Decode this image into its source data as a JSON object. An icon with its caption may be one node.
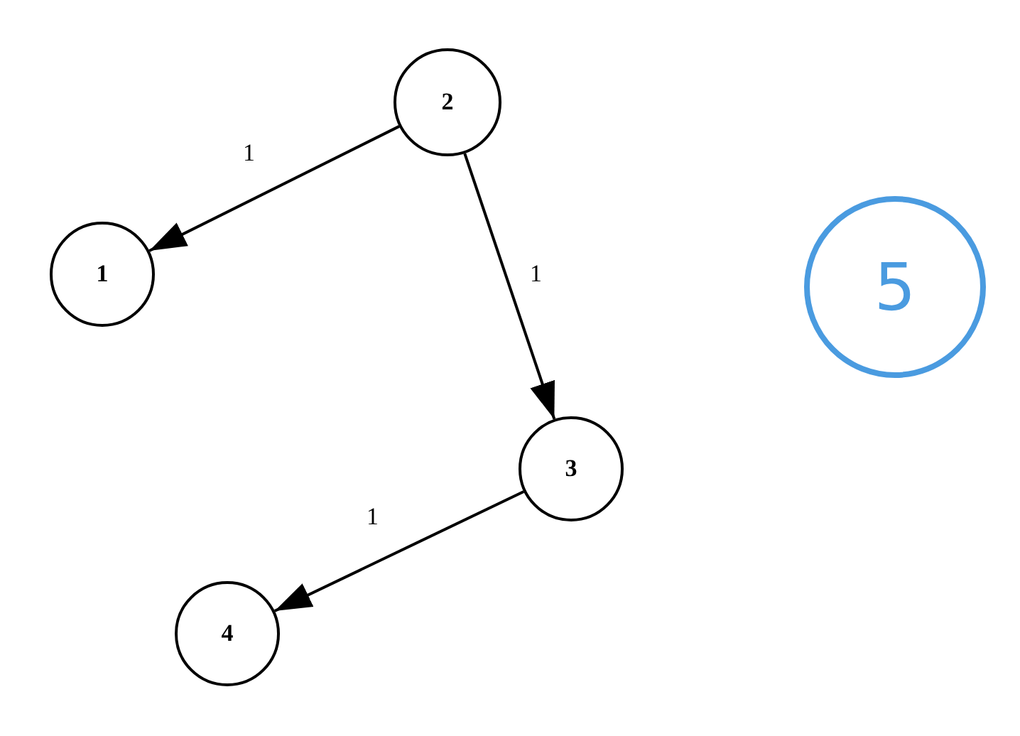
{
  "diagram": {
    "nodes": [
      {
        "text": [
          "2"
        ]
      },
      {
        "text": [
          "1"
        ]
      },
      {
        "text": [
          "3"
        ]
      },
      {
        "text": [
          "4"
        ]
      },
      {
        "text": [
          "5"
        ]
      }
    ],
    "edges": [
      {
        "from": 0,
        "to": 1,
        "arrow": "to",
        "label": "1"
      },
      {
        "from": 0,
        "to": 2,
        "arrow": "to",
        "label": "1"
      },
      {
        "from": 2,
        "to": 3,
        "arrow": "to",
        "label": "1"
      }
    ]
  }
}
